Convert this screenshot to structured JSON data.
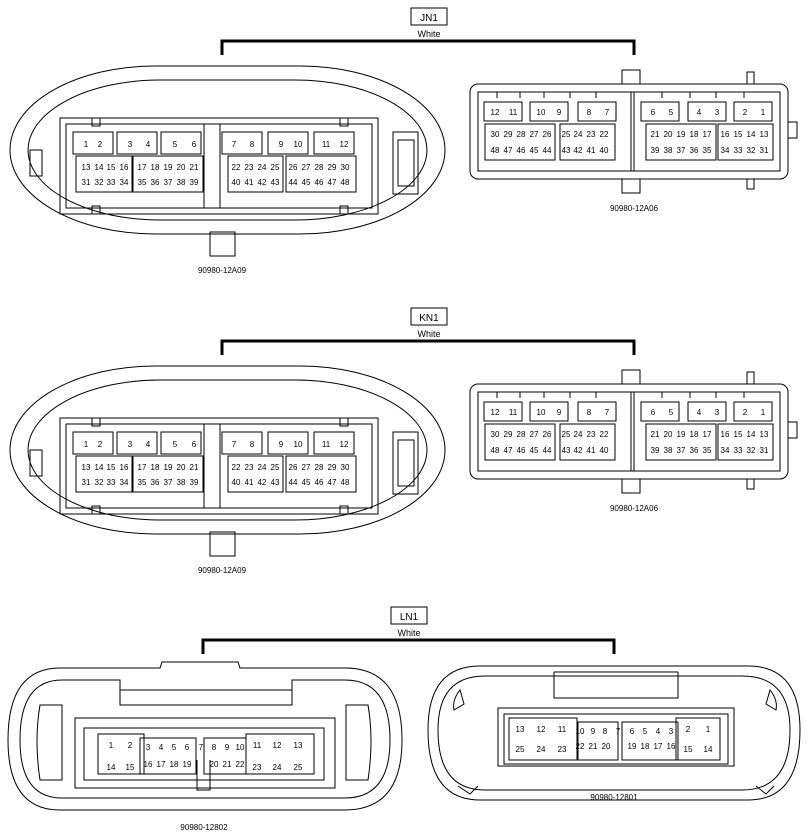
{
  "groups": [
    {
      "id": "JN1",
      "label": "JN1",
      "color_text": "White",
      "left_connector": {
        "part_number": "90980-12A09",
        "rows": [
          [
            "1",
            "2",
            "3",
            "4",
            "5",
            "6",
            "7",
            "8",
            "9",
            "10",
            "11",
            "12"
          ],
          [
            "13",
            "14",
            "15",
            "16",
            "17",
            "18",
            "19",
            "20",
            "21",
            "22",
            "23",
            "24",
            "25",
            "26",
            "27",
            "28",
            "29",
            "30"
          ],
          [
            "31",
            "32",
            "33",
            "34",
            "35",
            "36",
            "37",
            "38",
            "39",
            "40",
            "41",
            "42",
            "43",
            "44",
            "45",
            "46",
            "47",
            "48"
          ]
        ]
      },
      "right_connector": {
        "part_number": "90980-12A06",
        "rows": [
          [
            "12",
            "11",
            "10",
            "9",
            "8",
            "7",
            "6",
            "5",
            "4",
            "3",
            "2",
            "1"
          ],
          [
            "30",
            "29",
            "28",
            "27",
            "26",
            "25",
            "24",
            "23",
            "22",
            "21",
            "20",
            "19",
            "18",
            "17",
            "16",
            "15",
            "14",
            "13"
          ],
          [
            "48",
            "47",
            "46",
            "45",
            "44",
            "43",
            "42",
            "41",
            "40",
            "39",
            "38",
            "37",
            "36",
            "35",
            "34",
            "33",
            "32",
            "31"
          ]
        ]
      }
    },
    {
      "id": "KN1",
      "label": "KN1",
      "color_text": "White",
      "left_connector": {
        "part_number": "90980-12A09",
        "rows": [
          [
            "1",
            "2",
            "3",
            "4",
            "5",
            "6",
            "7",
            "8",
            "9",
            "10",
            "11",
            "12"
          ],
          [
            "13",
            "14",
            "15",
            "16",
            "17",
            "18",
            "19",
            "20",
            "21",
            "22",
            "23",
            "24",
            "25",
            "26",
            "27",
            "28",
            "29",
            "30"
          ],
          [
            "31",
            "32",
            "33",
            "34",
            "35",
            "36",
            "37",
            "38",
            "39",
            "40",
            "41",
            "42",
            "43",
            "44",
            "45",
            "46",
            "47",
            "48"
          ]
        ]
      },
      "right_connector": {
        "part_number": "90980-12A06",
        "rows": [
          [
            "12",
            "11",
            "10",
            "9",
            "8",
            "7",
            "6",
            "5",
            "4",
            "3",
            "2",
            "1"
          ],
          [
            "30",
            "29",
            "28",
            "27",
            "26",
            "25",
            "24",
            "23",
            "22",
            "21",
            "20",
            "19",
            "18",
            "17",
            "16",
            "15",
            "14",
            "13"
          ],
          [
            "48",
            "47",
            "46",
            "45",
            "44",
            "43",
            "42",
            "41",
            "40",
            "39",
            "38",
            "37",
            "36",
            "35",
            "34",
            "33",
            "32",
            "31"
          ]
        ]
      }
    },
    {
      "id": "LN1",
      "label": "LN1",
      "color_text": "White",
      "left_connector": {
        "part_number": "90980-12802",
        "rows": [
          [
            "1",
            "2",
            "3",
            "4",
            "5",
            "6",
            "7",
            "8",
            "9",
            "10",
            "11",
            "12",
            "13"
          ],
          [
            "14",
            "15",
            "16",
            "17",
            "18",
            "19",
            "20",
            "21",
            "22",
            "23",
            "24",
            "25"
          ]
        ]
      },
      "right_connector": {
        "part_number": "90980-12801",
        "rows": [
          [
            "13",
            "12",
            "11",
            "10",
            "9",
            "8",
            "7",
            "6",
            "5",
            "4",
            "3",
            "2",
            "1"
          ],
          [
            "25",
            "24",
            "23",
            "22",
            "21",
            "20",
            "19",
            "18",
            "17",
            "16",
            "15",
            "14"
          ]
        ]
      }
    }
  ]
}
